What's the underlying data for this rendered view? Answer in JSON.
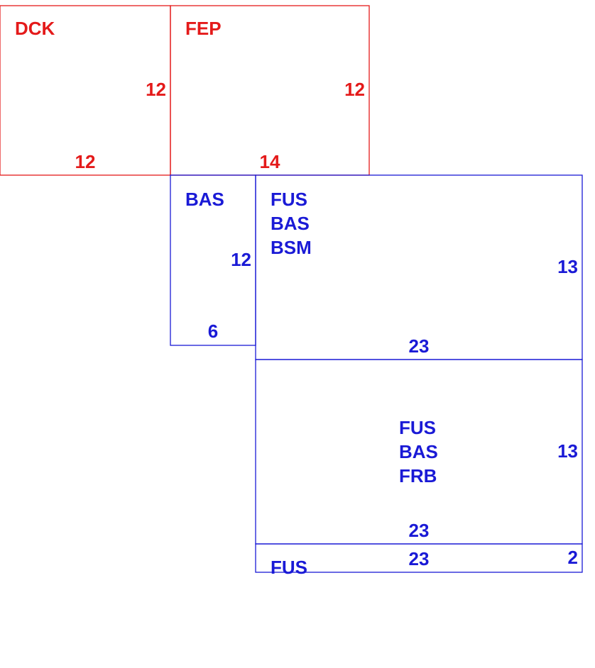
{
  "colors": {
    "red": "#e41a1a",
    "blue": "#1a1ad6"
  },
  "rooms": [
    {
      "id": "dck",
      "color": "red",
      "labels": [
        "DCK"
      ],
      "width_label": "12",
      "depth_label": "12"
    },
    {
      "id": "fep",
      "color": "red",
      "labels": [
        "FEP"
      ],
      "width_label": "14",
      "depth_label": "12"
    },
    {
      "id": "bas",
      "color": "blue",
      "labels": [
        "BAS"
      ],
      "width_label": "6",
      "depth_label": "12"
    },
    {
      "id": "fus-bas-bsm",
      "color": "blue",
      "labels": [
        "FUS",
        "BAS",
        "BSM"
      ],
      "width_label": "23",
      "depth_label": "13"
    },
    {
      "id": "fus-bas-frb",
      "color": "blue",
      "labels": [
        "FUS",
        "BAS",
        "FRB"
      ],
      "width_label": "23",
      "depth_label": "13"
    },
    {
      "id": "fus",
      "color": "blue",
      "labels": [
        "FUS"
      ],
      "width_label": "23",
      "depth_label": "2"
    }
  ]
}
